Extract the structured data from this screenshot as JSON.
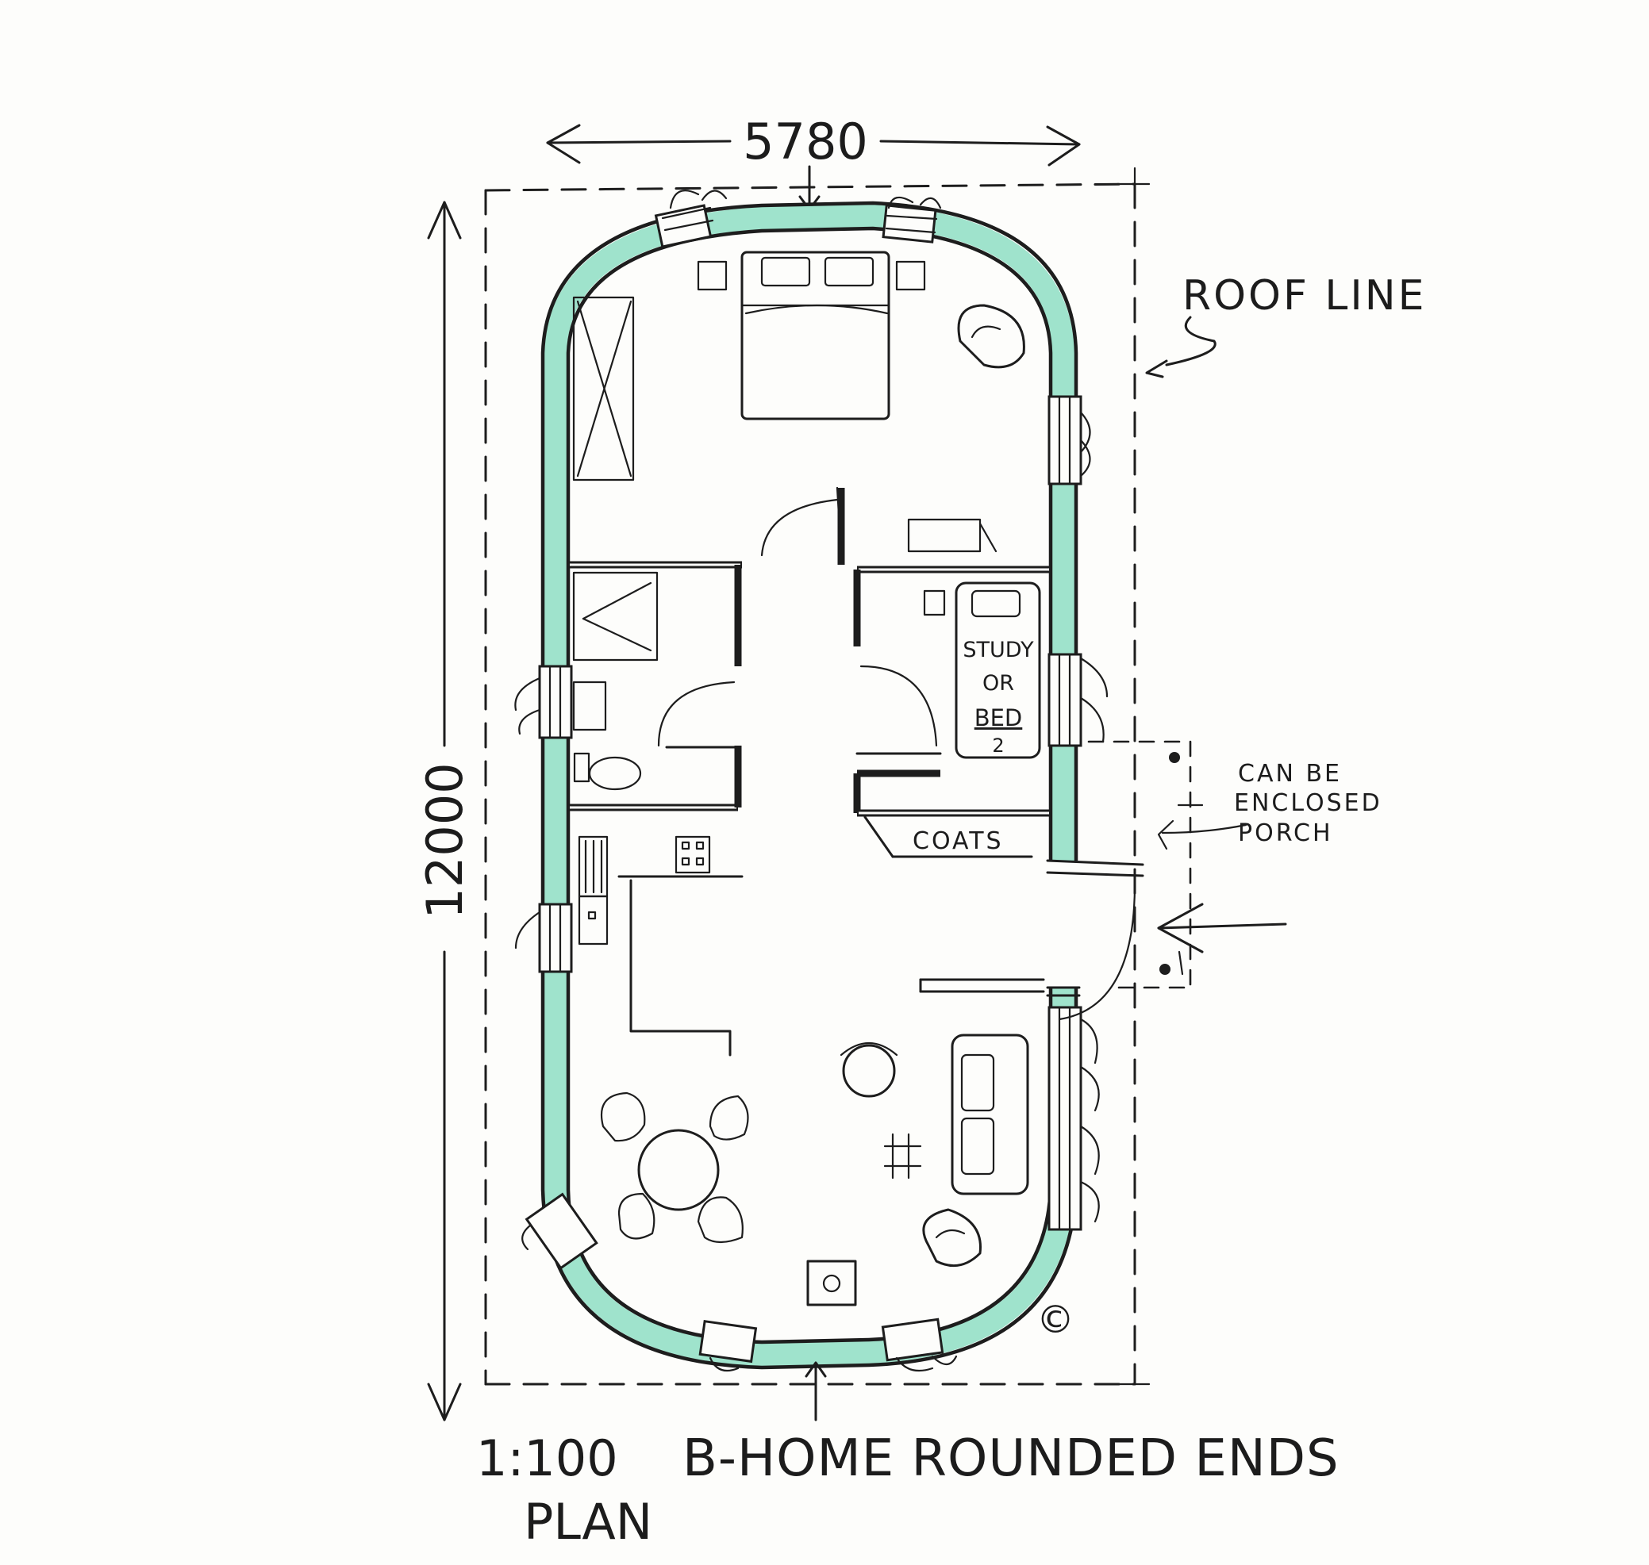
{
  "drawing": {
    "dimension_width": "5780",
    "dimension_length": "12000",
    "label_roof_line": "ROOF LINE",
    "label_study": [
      "STUDY",
      "OR",
      "BED",
      "2"
    ],
    "label_porch": [
      "CAN BE",
      "ENCLOSED",
      "PORCH"
    ],
    "label_coats": "COATS",
    "scale": "1:100",
    "plan_word": "PLAN",
    "title": "B-HOME ROUNDED ENDS",
    "copyright_mark": "©"
  },
  "colors": {
    "wall_fill": "#9fe3cc",
    "ink": "#1d1d1d",
    "paper": "#fdfdfb"
  }
}
